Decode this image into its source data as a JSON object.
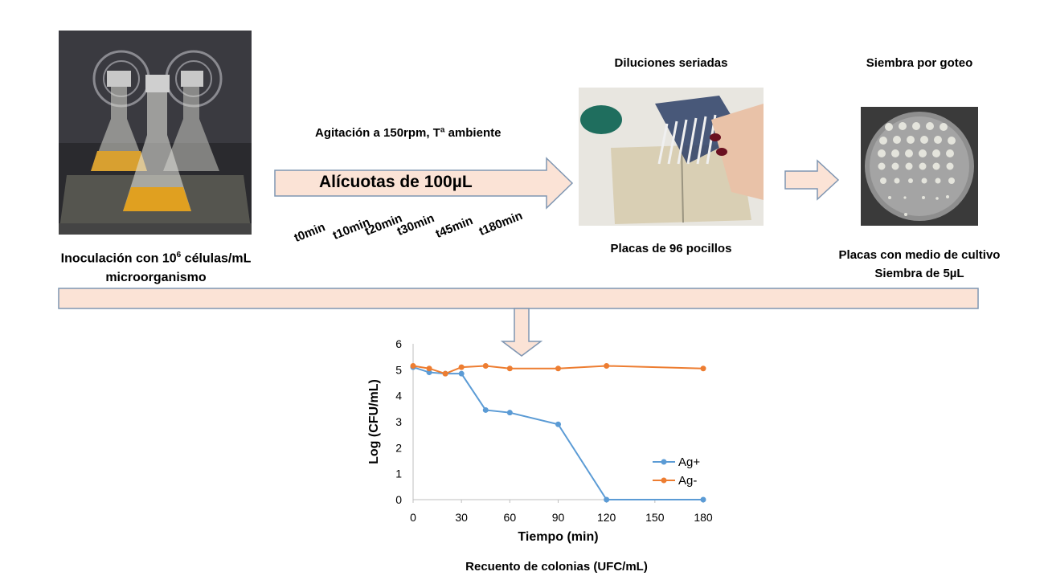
{
  "labels": {
    "inoculation_line1_prefix": "Inoculación con 10",
    "inoculation_superscript": "6",
    "inoculation_line1_suffix": " células/mL",
    "inoculation_line2": "microorganismo",
    "agitation": "Agitación a 150rpm, Tª ambiente",
    "aliquots": "Alícuotas de 100µL",
    "dilutions_title": "Diluciones seriadas",
    "plates_96": "Placas de 96 pocillos",
    "drop_seeding_title": "Siembra por goteo",
    "culture_plates_line1": "Placas con medio de cultivo",
    "culture_plates_line2": "Siembra de 5µL",
    "colony_count": "Recuento de colonias (UFC/mL)"
  },
  "time_points": [
    "t0min",
    "t10min",
    "t20min",
    "t30min",
    "t45min",
    "t180min"
  ],
  "colors": {
    "arrow_fill": "#fbe3d6",
    "arrow_stroke": "#7f96b2",
    "series_ag_plus": "#5b9bd5",
    "series_ag_minus": "#ed7d31",
    "axis": "#bfbfbf"
  },
  "icons": {
    "flasks_photo": "erlenmeyer-flasks-in-incubator-photo",
    "dilution_photo": "multichannel-pipette-96-well-plate-photo",
    "petri_photo": "petri-dish-colonies-photo"
  },
  "chart_data": {
    "type": "line",
    "xlabel": "Tiempo (min)",
    "ylabel": "Log (CFU/mL)",
    "xlim": [
      0,
      180
    ],
    "ylim": [
      0,
      6
    ],
    "x_ticks": [
      0,
      30,
      60,
      90,
      120,
      150,
      180
    ],
    "y_ticks": [
      0,
      1,
      2,
      3,
      4,
      5,
      6
    ],
    "grid": false,
    "legend_position": "right",
    "series": [
      {
        "name": "Ag+",
        "x": [
          0,
          10,
          20,
          30,
          45,
          60,
          90,
          120,
          180
        ],
        "values": [
          5.1,
          4.9,
          4.85,
          4.85,
          3.45,
          3.35,
          2.9,
          0,
          0
        ]
      },
      {
        "name": "Ag-",
        "x": [
          0,
          10,
          20,
          30,
          45,
          60,
          90,
          120,
          180
        ],
        "values": [
          5.15,
          5.05,
          4.85,
          5.1,
          5.15,
          5.05,
          5.05,
          5.15,
          5.05
        ]
      }
    ]
  }
}
